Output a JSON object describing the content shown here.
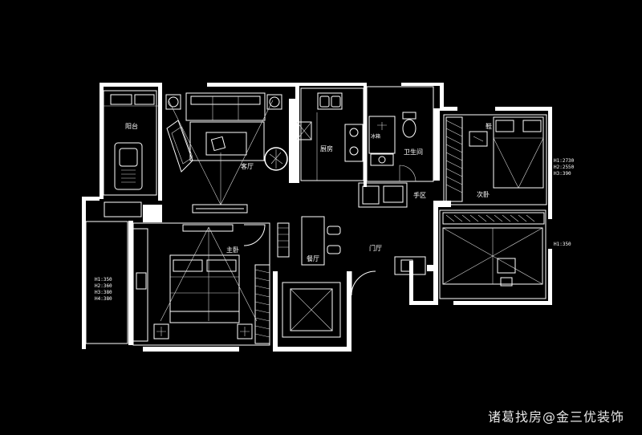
{
  "rooms": {
    "balcony": "阳台",
    "living_room": "客厅",
    "kitchen": "厨房",
    "kitchen_fridge": "冰箱",
    "bathroom": "卫生间",
    "second_bedroom": "次卧",
    "master_bedroom": "主卧",
    "dining_room": "餐厅",
    "foyer": "门厅",
    "hand_wash": "手区",
    "shoe_area": "鞋"
  },
  "dimensions": {
    "master_left": [
      "H1:350",
      "H2:360",
      "H3:380",
      "H4:380"
    ],
    "second_bedroom": [
      "H1:2730",
      "H2:2550",
      "H3:390"
    ],
    "study": [
      "H1:350"
    ]
  },
  "watermark": "诸葛找房@金三优装饰"
}
